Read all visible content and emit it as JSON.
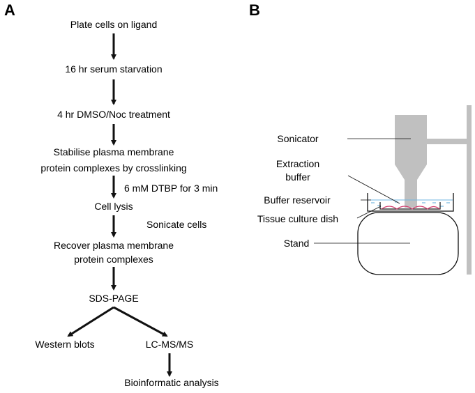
{
  "panel_a": {
    "letter": "A",
    "steps": [
      "Plate cells on ligand",
      "16 hr serum starvation",
      "4 hr DMSO/Noc treatment",
      "Stabilise plasma membrane",
      "protein complexes by crosslinking",
      "Cell lysis",
      "Recover plasma membrane",
      "protein complexes",
      "SDS-PAGE",
      "Western blots",
      "LC-MS/MS",
      "Bioinformatic analysis"
    ],
    "side_notes": {
      "crosslink_condition": "6 mM DTBP for 3 min",
      "lysis_method": "Sonicate cells"
    }
  },
  "panel_b": {
    "letter": "B",
    "labels": {
      "sonicator": "Sonicator",
      "extraction_1": "Extraction",
      "extraction_2": "buffer",
      "buffer_reservoir": "Buffer reservoir",
      "tissue_culture_dish": "Tissue culture dish",
      "stand": "Stand"
    },
    "colors": {
      "sonicator": "#c0c0c0",
      "buffer_line": "#6fb6e0",
      "buffer_dash": "#5aa8d8",
      "cells": "#d23c6e",
      "outline": "#111111"
    }
  }
}
